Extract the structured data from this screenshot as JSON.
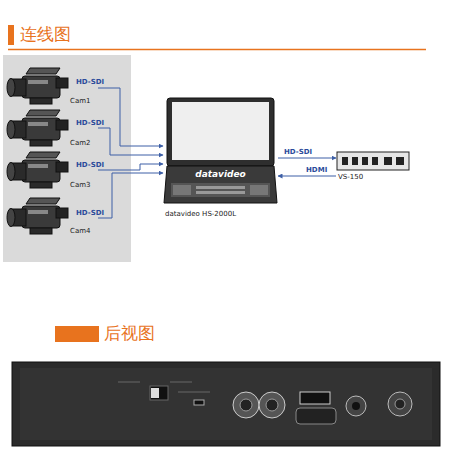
{
  "diagram": {
    "title": "连线图",
    "nodes": [
      {
        "text": [
          "Cam1"
        ]
      },
      {
        "text": [
          "Cam2"
        ]
      },
      {
        "text": [
          "Cam3"
        ]
      },
      {
        "text": [
          "Cam4"
        ]
      },
      {
        "text": [
          "datavideo",
          "datavideo HS-2000L"
        ]
      },
      {
        "text": [
          "VS-150"
        ]
      }
    ],
    "edges": [
      {
        "from": 0,
        "to": 4,
        "arrow": "to",
        "label": "HD-SDI"
      },
      {
        "from": 1,
        "to": 4,
        "arrow": "to",
        "label": "HD-SDI"
      },
      {
        "from": 2,
        "to": 4,
        "arrow": "to",
        "label": "HD-SDI"
      },
      {
        "from": 3,
        "to": 4,
        "arrow": "to",
        "label": "HD-SDI"
      },
      {
        "from": 4,
        "to": 5,
        "arrow": "to",
        "label": "HD-SDI"
      },
      {
        "from": 5,
        "to": 4,
        "arrow": "to",
        "label": "HDMI"
      }
    ],
    "labels": [
      "后视图"
    ]
  }
}
